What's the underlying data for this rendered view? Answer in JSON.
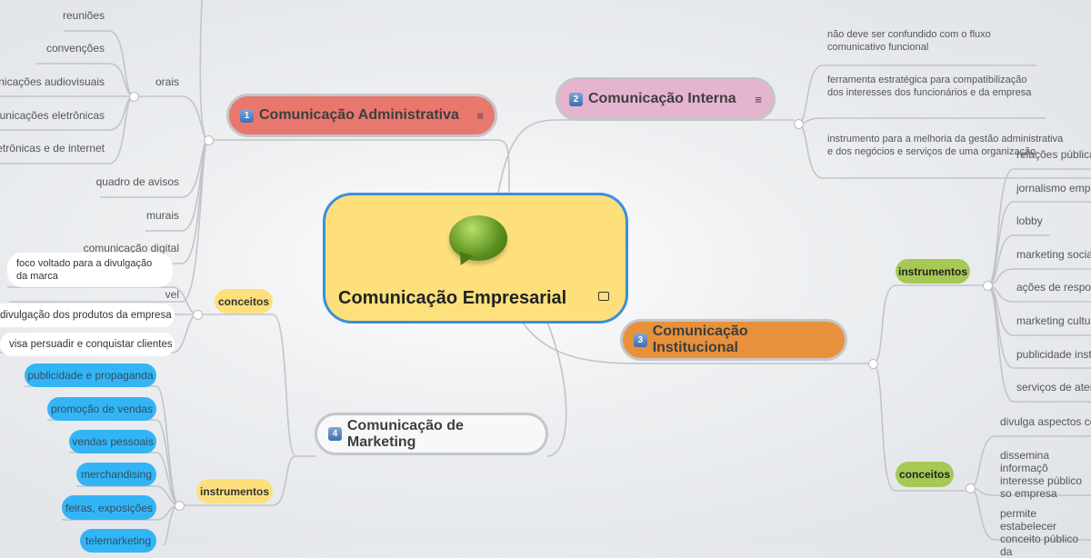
{
  "central": {
    "title": "Comunicação Empresarial",
    "icon": "speech-bubble-icon",
    "attachment_icon": "image-icon"
  },
  "admin": {
    "num": "1",
    "title": "Comunicação Administrativa",
    "color": "#e8776e",
    "orais": {
      "label": "orais",
      "items": [
        "reuniões",
        "convenções",
        "unicações audiovisuais",
        "municações eletrônicas",
        "letrônicas e de internet"
      ]
    },
    "items": [
      "quadro de avisos",
      "murais",
      "comunicação digital",
      "vel"
    ]
  },
  "interna": {
    "num": "2",
    "title": "Comunicação Interna",
    "color": "#e5b4cf",
    "items": [
      "não deve ser confundido com o fluxo comunicativo funcional",
      "ferramenta estratégica para compatibilização dos interesses dos funcionários e da empresa",
      "instrumento para a melhoria da gestão administrativa e dos negócios e serviços de uma organização"
    ]
  },
  "institucional": {
    "num": "3",
    "title": "Comunicação Institucional",
    "color": "#e8913c",
    "instrumentos": {
      "label": "instrumentos",
      "items": [
        "relações pública",
        "jornalismo empr",
        "lobby",
        "marketing social",
        "ações de respor",
        "marketing cultur",
        "publicidade insti",
        "serviços de aten"
      ]
    },
    "conceitos": {
      "label": "conceitos",
      "items": [
        "divulga aspectos co",
        "dissemina informaçõ interesse público so empresa",
        "permite estabelecer conceito público da"
      ]
    }
  },
  "marketing": {
    "num": "4",
    "title": "Comunicação de Marketing",
    "conceitos": {
      "label": "conceitos",
      "items": [
        "foco voltado para a divulgação da marca",
        "divulgação dos produtos da empresa",
        "visa persuadir e conquistar clientes"
      ]
    },
    "instrumentos": {
      "label": "instrumentos",
      "items": [
        "publicidade e propaganda",
        "promoção de vendas",
        "vendas pessoais",
        "merchandising",
        "feiras, exposições",
        "telemarketing"
      ]
    }
  }
}
